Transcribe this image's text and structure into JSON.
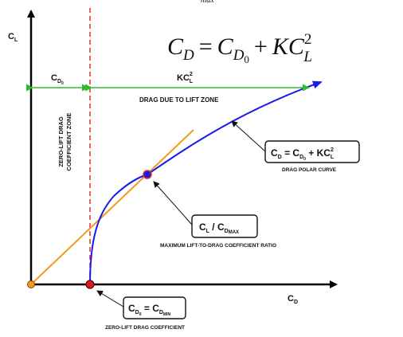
{
  "header": {
    "cropped_top_text": "max"
  },
  "equation": {
    "lhs": "C",
    "lhs_sub": "D",
    "equals": "=",
    "rhs_c": "C",
    "rhs_c_sub": "D",
    "rhs_c_subsub": "0",
    "plus": "+",
    "rhs_k": "KC",
    "rhs_k_sup": "2",
    "rhs_k_sub": "L"
  },
  "axes": {
    "y_label": "C",
    "y_label_sub": "L",
    "x_label": "C",
    "x_label_sub": "D"
  },
  "zones": {
    "zero_lift_dim": {
      "base": "C",
      "sub": "D",
      "subsub": "0"
    },
    "lift_dim": {
      "base": "KC",
      "sup": "2",
      "sub": "L"
    },
    "lift_zone_text": "DRAG DUE TO LIFT ZONE",
    "zero_lift_zone_line1": "ZERO-LIFT DRAG",
    "zero_lift_zone_line2": "COEFFICIENT ZONE"
  },
  "callouts": {
    "polar": {
      "box": {
        "c1": "C",
        "s1": "D",
        "eq": " = ",
        "c2": "C",
        "s2": "D",
        "ss2": "0",
        "plus": " + ",
        "k": "KC",
        "sup": "2",
        "sub": "L"
      },
      "caption": "DRAG POLAR CURVE"
    },
    "max_ratio": {
      "box": {
        "c1": "C",
        "s1": "L",
        "slash": " / ",
        "c2": "C",
        "s2": "D",
        "s3": "MAX"
      },
      "caption": "MAXIMUM LIFT-TO-DRAG COEFFICIENT RATIO"
    },
    "zero_lift": {
      "box": {
        "c1": "C",
        "s1": "D",
        "ss1": "0",
        "eq": " = ",
        "c2": "C",
        "s2": "D",
        "ss2": "MIN"
      },
      "caption": "ZERO-LIFT DRAG COEFFICIENT"
    }
  },
  "colors": {
    "curve": "#1a1aee",
    "tangent": "#f39a1f",
    "dashed": "#e0302a",
    "dimension": "#2ebc2e",
    "axis": "#000000"
  }
}
